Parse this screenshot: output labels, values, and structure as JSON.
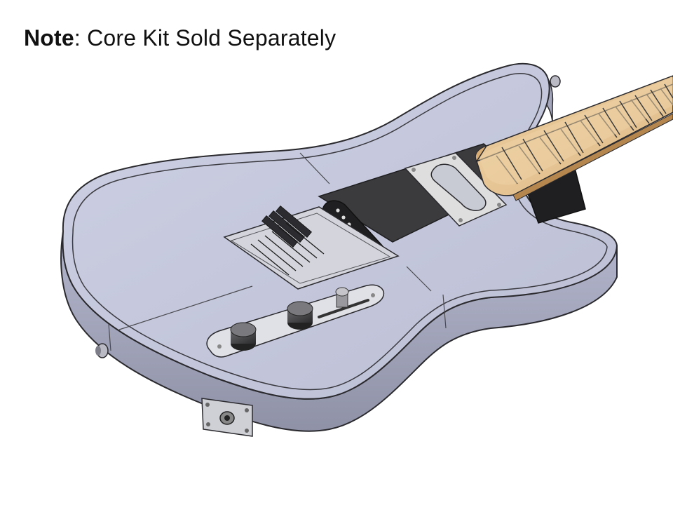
{
  "note": {
    "label": "Note",
    "separator": ":",
    "text": " Core Kit Sold Separately"
  },
  "colors": {
    "body_top": "#c4c7dc",
    "body_side": "#9ea1b6",
    "outline": "#2a2a2e",
    "maple": "#e9c99a",
    "pickup_cavity": "#3a3a3c",
    "metal_plate": "#dcdcdc"
  },
  "icons": [
    "guitar-body",
    "fretboard",
    "neck-pickup",
    "bridge-pickup",
    "bridge-saddles",
    "control-plate",
    "volume-knob",
    "tone-knob",
    "selector-switch",
    "output-jack",
    "strap-button"
  ]
}
